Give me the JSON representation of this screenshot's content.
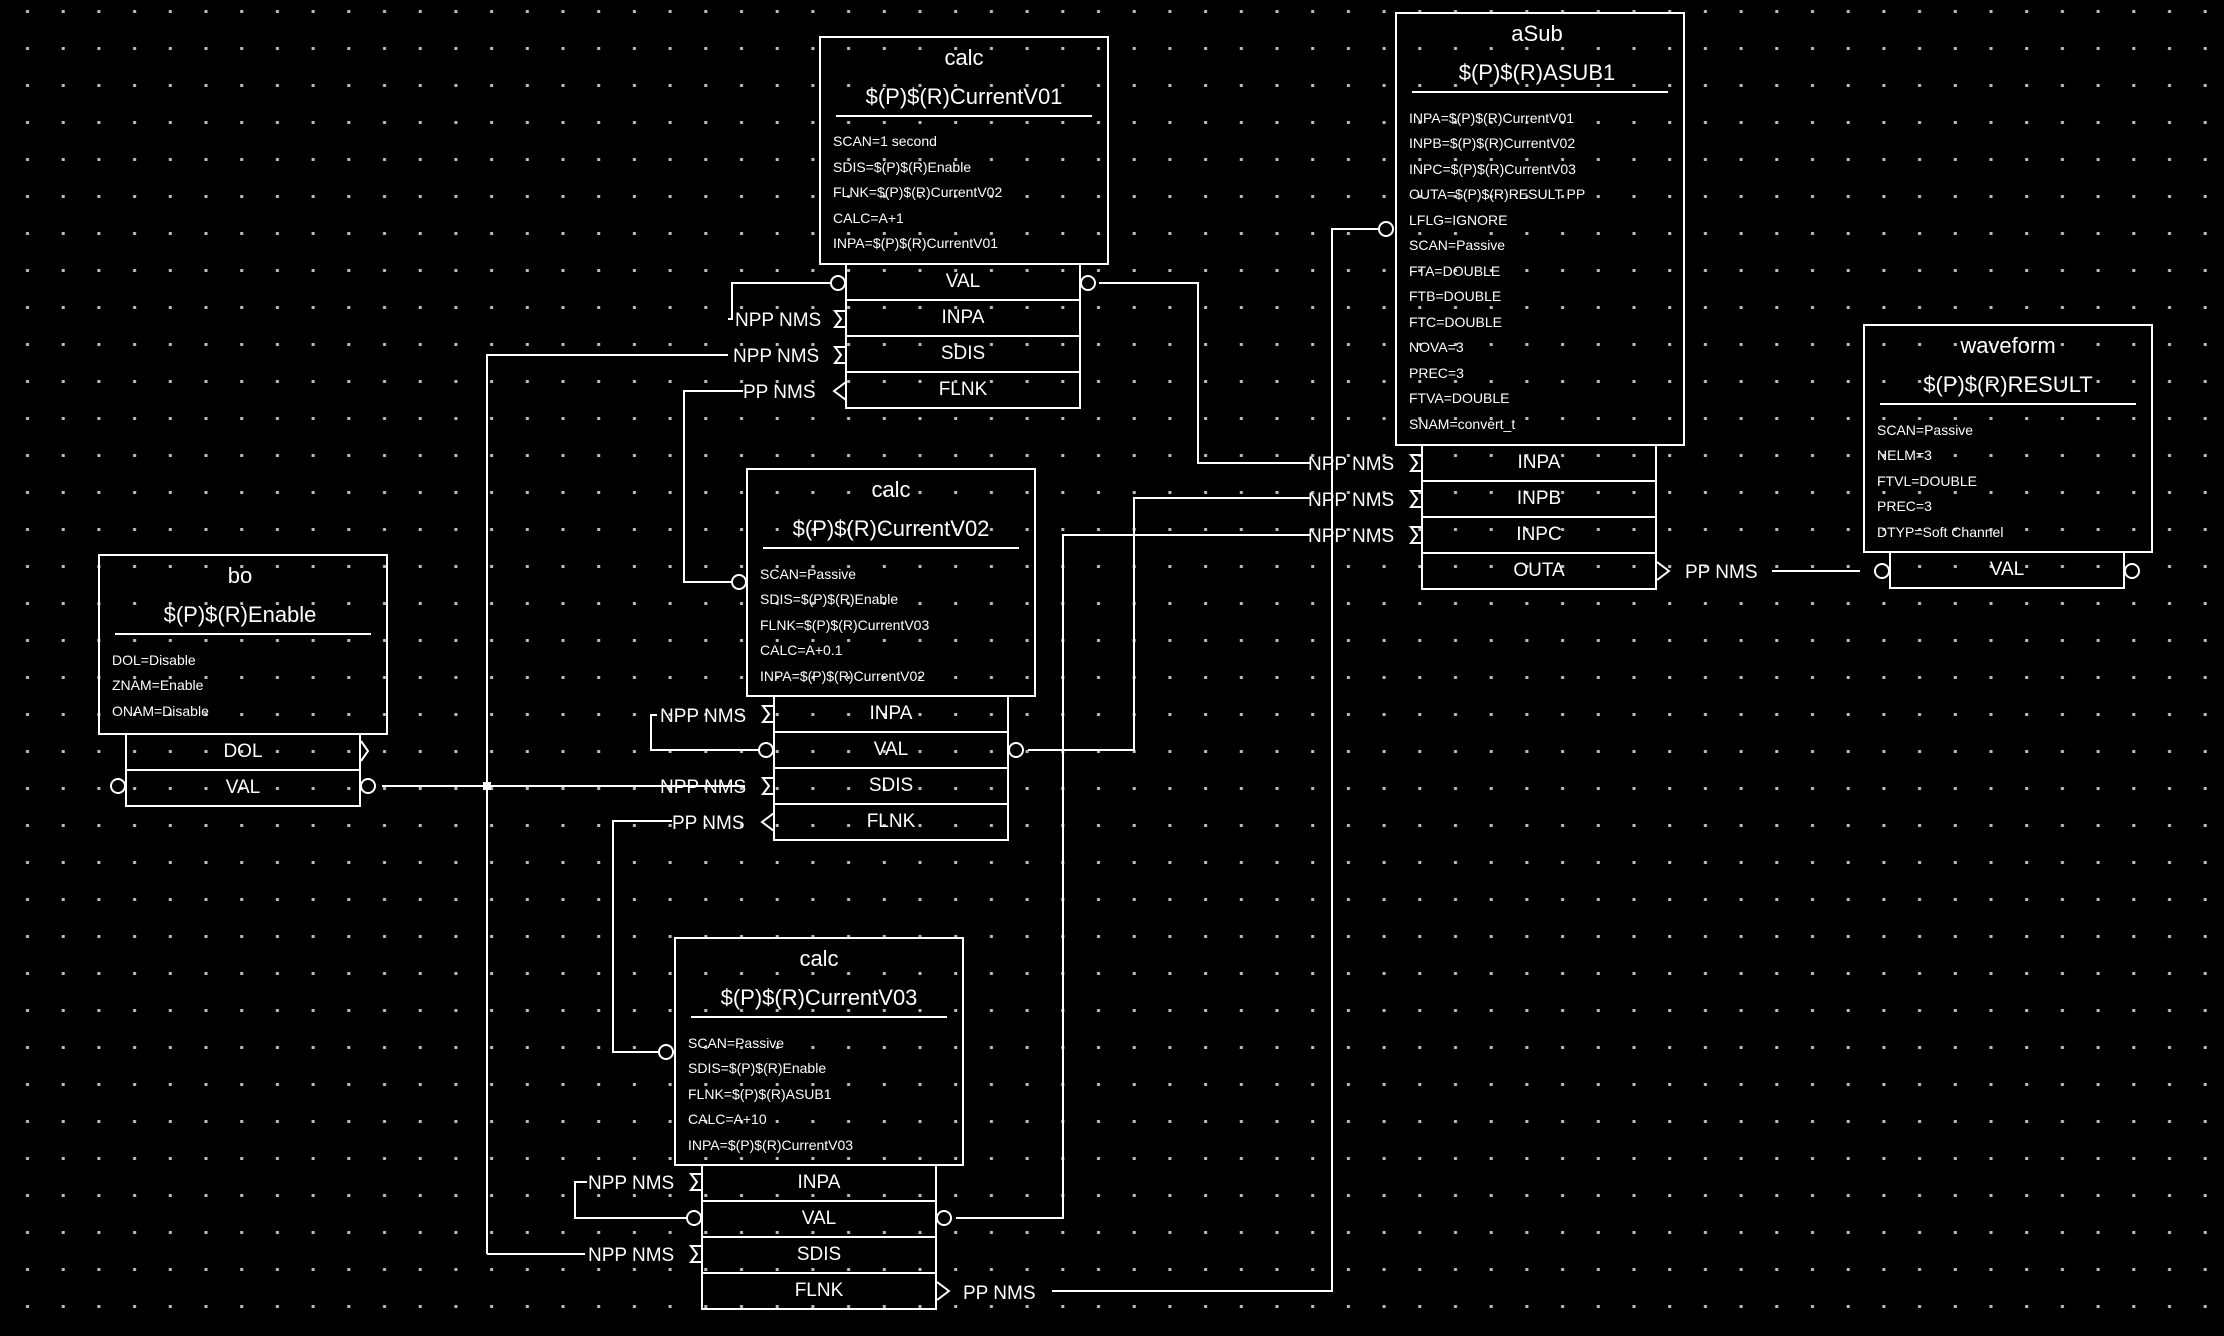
{
  "records": {
    "calc1": {
      "type": "calc",
      "name": "$(P)$(R)CurrentV01",
      "fields": [
        "SCAN=1 second",
        "SDIS=$(P)$(R)Enable",
        "FLNK=$(P)$(R)CurrentV02",
        "CALC=A+1",
        "INPA=$(P)$(R)CurrentV01"
      ],
      "ports": [
        "VAL",
        "INPA",
        "SDIS",
        "FLNK"
      ]
    },
    "calc2": {
      "type": "calc",
      "name": "$(P)$(R)CurrentV02",
      "fields": [
        "SCAN=Passive",
        "SDIS=$(P)$(R)Enable",
        "FLNK=$(P)$(R)CurrentV03",
        "CALC=A+0.1",
        "INPA=$(P)$(R)CurrentV02"
      ],
      "ports": [
        "INPA",
        "VAL",
        "SDIS",
        "FLNK"
      ]
    },
    "calc3": {
      "type": "calc",
      "name": "$(P)$(R)CurrentV03",
      "fields": [
        "SCAN=Passive",
        "SDIS=$(P)$(R)Enable",
        "FLNK=$(P)$(R)ASUB1",
        "CALC=A+10",
        "INPA=$(P)$(R)CurrentV03"
      ],
      "ports": [
        "INPA",
        "VAL",
        "SDIS",
        "FLNK"
      ]
    },
    "bo": {
      "type": "bo",
      "name": "$(P)$(R)Enable",
      "fields": [
        "DOL=Disable",
        "ZNAM=Enable",
        "ONAM=Disable"
      ],
      "ports": [
        "DOL",
        "VAL"
      ]
    },
    "asub": {
      "type": "aSub",
      "name": "$(P)$(R)ASUB1",
      "fields": [
        "INPA=$(P)$(R)CurrentV01",
        "INPB=$(P)$(R)CurrentV02",
        "INPC=$(P)$(R)CurrentV03",
        "OUTA=$(P)$(R)RESULT PP",
        "LFLG=IGNORE",
        "SCAN=Passive",
        "FTA=DOUBLE",
        "FTB=DOUBLE",
        "FTC=DOUBLE",
        "NOVA=3",
        "PREC=3",
        "FTVA=DOUBLE",
        "SNAM=convert_t"
      ],
      "ports": [
        "INPA",
        "INPB",
        "INPC",
        "OUTA"
      ]
    },
    "waveform": {
      "type": "waveform",
      "name": "$(P)$(R)RESULT",
      "fields": [
        "SCAN=Passive",
        "NELM=3",
        "FTVL=DOUBLE",
        "PREC=3",
        "DTYP=Soft Channel"
      ],
      "ports": [
        "VAL"
      ]
    }
  },
  "links": {
    "npp_nms": "NPP NMS",
    "pp_nms": "PP NMS"
  },
  "colors": {
    "background": "#000000",
    "foreground": "#ffffff",
    "grid_dot": "#bdbdbd"
  }
}
